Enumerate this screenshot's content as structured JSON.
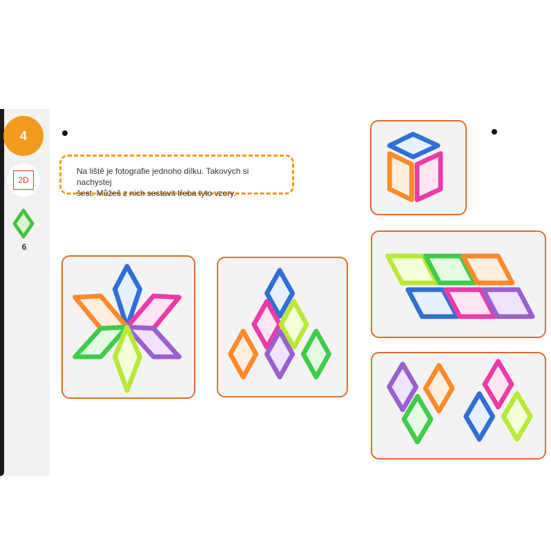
{
  "sidebar": {
    "step_number": "4",
    "mode_label": "2D",
    "piece_icon": "green-rhombus-icon",
    "piece_count": "6"
  },
  "instructions": {
    "line1": "Na liště je fotografie jednoho dílku. Takových si nachystej",
    "line2": "šest. Můžeš z nich sestavit třeba tyto vzory."
  },
  "colors": {
    "accent_orange": "#f39a1e",
    "card_border": "#e06a2c",
    "badge_red": "#e0362c",
    "blue": "#2f6fd6",
    "orange": "#ff8a2a",
    "pink": "#ec3aa8",
    "green": "#3fcc4a",
    "purple": "#9b5fd0",
    "lime": "#b9e83a"
  },
  "patterns": [
    {
      "name": "cube"
    },
    {
      "name": "star"
    },
    {
      "name": "pyramid"
    },
    {
      "name": "double-row"
    },
    {
      "name": "two-pairs"
    }
  ]
}
